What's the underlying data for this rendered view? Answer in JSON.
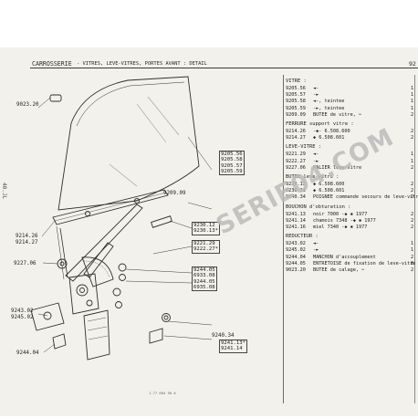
{
  "header": {
    "section": "CARROSSERIE",
    "subtitle": "- VITRES, LEVE-VITRES, PORTES AVANT : DETAIL",
    "page_number": "92"
  },
  "side_label": "40.JL",
  "footer_code": "1.77 604 50 A",
  "watermark": "SERIE04.COM",
  "diagram_refs": {
    "r9023_20": "9023.20",
    "r9209_09": "9209.09",
    "r9214_26": "9214.26",
    "r9214_27": "9214.27",
    "r9227_06": "9227.06",
    "r9243_02": "9243.02",
    "r9245_02": "9245.02",
    "r9244_04": "9244.04",
    "r9240_34": "9240.34"
  },
  "diagram_ref_groups": [
    [
      "9205.56",
      "9205.58",
      "9205.57",
      "9205.59"
    ],
    [
      "9230.12",
      "9230.13*"
    ],
    [
      "9221.29",
      "9222.27*"
    ],
    [
      "9244.05",
      "6933.08",
      "9244.05",
      "6935.08"
    ],
    [
      "9241.13*",
      "9241.14"
    ]
  ],
  "parts": [
    {
      "type": "section",
      "text": "VITRE :"
    },
    {
      "type": "row",
      "code": "9205.56",
      "desc": "◄-",
      "qty": "1"
    },
    {
      "type": "row",
      "code": "9205.57",
      "desc": "-►",
      "qty": "1"
    },
    {
      "type": "row",
      "code": "9205.58",
      "desc": "◄-, teintee",
      "qty": "1"
    },
    {
      "type": "row",
      "code": "9205.59",
      "desc": "-►, teintee",
      "qty": "1"
    },
    {
      "type": "row",
      "code": "9209.09",
      "desc": "BUTEE de vitre, ✂",
      "qty": "2"
    },
    {
      "type": "section",
      "text": "FERRURE support vitre :"
    },
    {
      "type": "row",
      "code": "9214.26",
      "desc": "-◆- 6.508.600",
      "qty": "2"
    },
    {
      "type": "row",
      "code": "9214.27",
      "desc": "◆ 6.508.601",
      "qty": "2"
    },
    {
      "type": "section",
      "text": "LEVE-VITRE :"
    },
    {
      "type": "row",
      "code": "9221.29",
      "desc": "◄-",
      "qty": "1"
    },
    {
      "type": "row",
      "code": "9222.27",
      "desc": "-►",
      "qty": "1"
    },
    {
      "type": "row",
      "code": "9227.06",
      "desc": "PALIER leve-vitre",
      "qty": "2"
    },
    {
      "type": "section",
      "text": "BUTEE leve-vitre :"
    },
    {
      "type": "row",
      "code": "9230.12",
      "desc": "◆ 6.508.600",
      "qty": "2"
    },
    {
      "type": "row",
      "code": "9230.13",
      "desc": "◆ 6.508.601",
      "qty": "2"
    },
    {
      "type": "row",
      "code": "9240.34",
      "desc": "POIGNEE commande secours de leve-vitre",
      "qty": "2"
    },
    {
      "type": "section",
      "text": "BOUCHON d'obturation :"
    },
    {
      "type": "row",
      "code": "9241.13",
      "desc": "noir   7000 -◆ ✱ 1977",
      "qty": "2"
    },
    {
      "type": "row",
      "code": "9241.14",
      "desc": "chamois 7348 -◆ ✱ 1977",
      "qty": "2"
    },
    {
      "type": "row",
      "code": "9241.16",
      "desc": "miel   7340 -◆ ✱ 1977",
      "qty": "2"
    },
    {
      "type": "section",
      "text": "REDUCTEUR :"
    },
    {
      "type": "row",
      "code": "9243.02",
      "desc": "◄-",
      "qty": "1"
    },
    {
      "type": "row",
      "code": "9245.02",
      "desc": "-►",
      "qty": "1"
    },
    {
      "type": "row",
      "code": "9244.04",
      "desc": "MANCHON d'accouplement",
      "qty": "2"
    },
    {
      "type": "row",
      "code": "9244.05",
      "desc": "ENTRETOISE de fixation de leve-vitre",
      "qty": "8"
    },
    {
      "type": "row",
      "code": "9023.20",
      "desc": "BUTEE de calage, ✂",
      "qty": "2"
    }
  ]
}
